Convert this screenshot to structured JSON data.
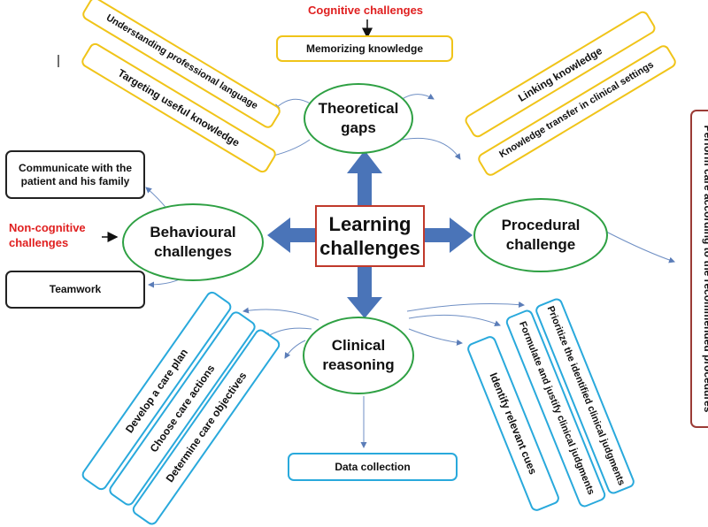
{
  "center": {
    "label": "Learning challenges"
  },
  "nodes": {
    "theoretical": "Theoretical gaps",
    "behavioural": "Behavioural challenges",
    "procedural": "Procedural challenge",
    "clinical": "Clinical reasoning"
  },
  "annotations": {
    "cognitive": "Cognitive challenges",
    "non_cognitive": "Non-cognitive challenges"
  },
  "theoretical_items": [
    "Memorizing knowledge",
    "Understanding professional language",
    "Targeting useful knowledge",
    "Linking knowledge",
    "Knowledge transfer in clinical settings"
  ],
  "behavioural_items": [
    "Communicate with the patient and his family",
    "Teamwork"
  ],
  "procedural_items": [
    "Perform care according to the recommended procedures"
  ],
  "clinical_items": [
    "Develop a care plan",
    "Choose care actions",
    "Determine care objectives",
    "Data collection",
    "Identify relevant cues",
    "Formulate and justify clinical judgments",
    "Prioritize the identified clinical judgments"
  ],
  "colors": {
    "ellipse_border": "#2ea043",
    "center_border": "#c0392b",
    "arrow_fill": "#4a74b8",
    "yellow_border": "#f0c419",
    "blue_border": "#29a9dc",
    "annotation_text": "#e02020"
  }
}
